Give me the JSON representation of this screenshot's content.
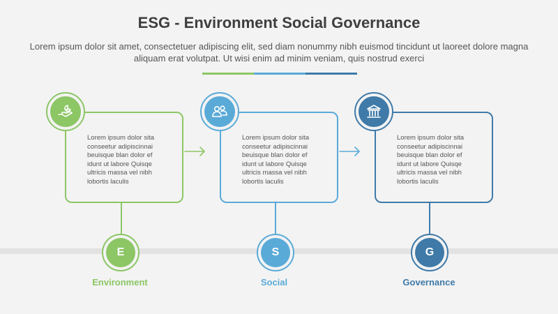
{
  "title": "ESG - Environment Social Governance",
  "subtitle": "Lorem ipsum dolor sit amet, consectetuer adipiscing elit, sed diam nonummy nibh euismod tincidunt ut laoreet dolore magna aliquam erat volutpat. Ut wisi enim ad minim veniam, quis nostrud exerci",
  "colors": {
    "environment": "#8cc665",
    "social": "#5aaad8",
    "governance": "#3f7aa8"
  },
  "stages": [
    {
      "label": "Environment",
      "letter": "E",
      "icon": "hand-with-leaves-icon",
      "body": "Lorem ipsum dolor sita conseetur adipiscinnai beuisque blan dolor ef idunt ut labore Quisqe ultricis massa vel nibh lobortis laculis"
    },
    {
      "label": "Social",
      "letter": "S",
      "icon": "people-icon",
      "body": "Lorem ipsum dolor sita conseetur adipiscinnai beuisque blan dolor ef idunt ut labore Quisqe ultricis massa vel nibh lobortis laculis"
    },
    {
      "label": "Governance",
      "letter": "G",
      "icon": "government-building-icon",
      "body": "Lorem ipsum dolor sita conseetur adipiscinnai beuisque blan dolor ef idunt ut labore Quisqe ultricis massa vel nibh lobortis laculis"
    }
  ]
}
